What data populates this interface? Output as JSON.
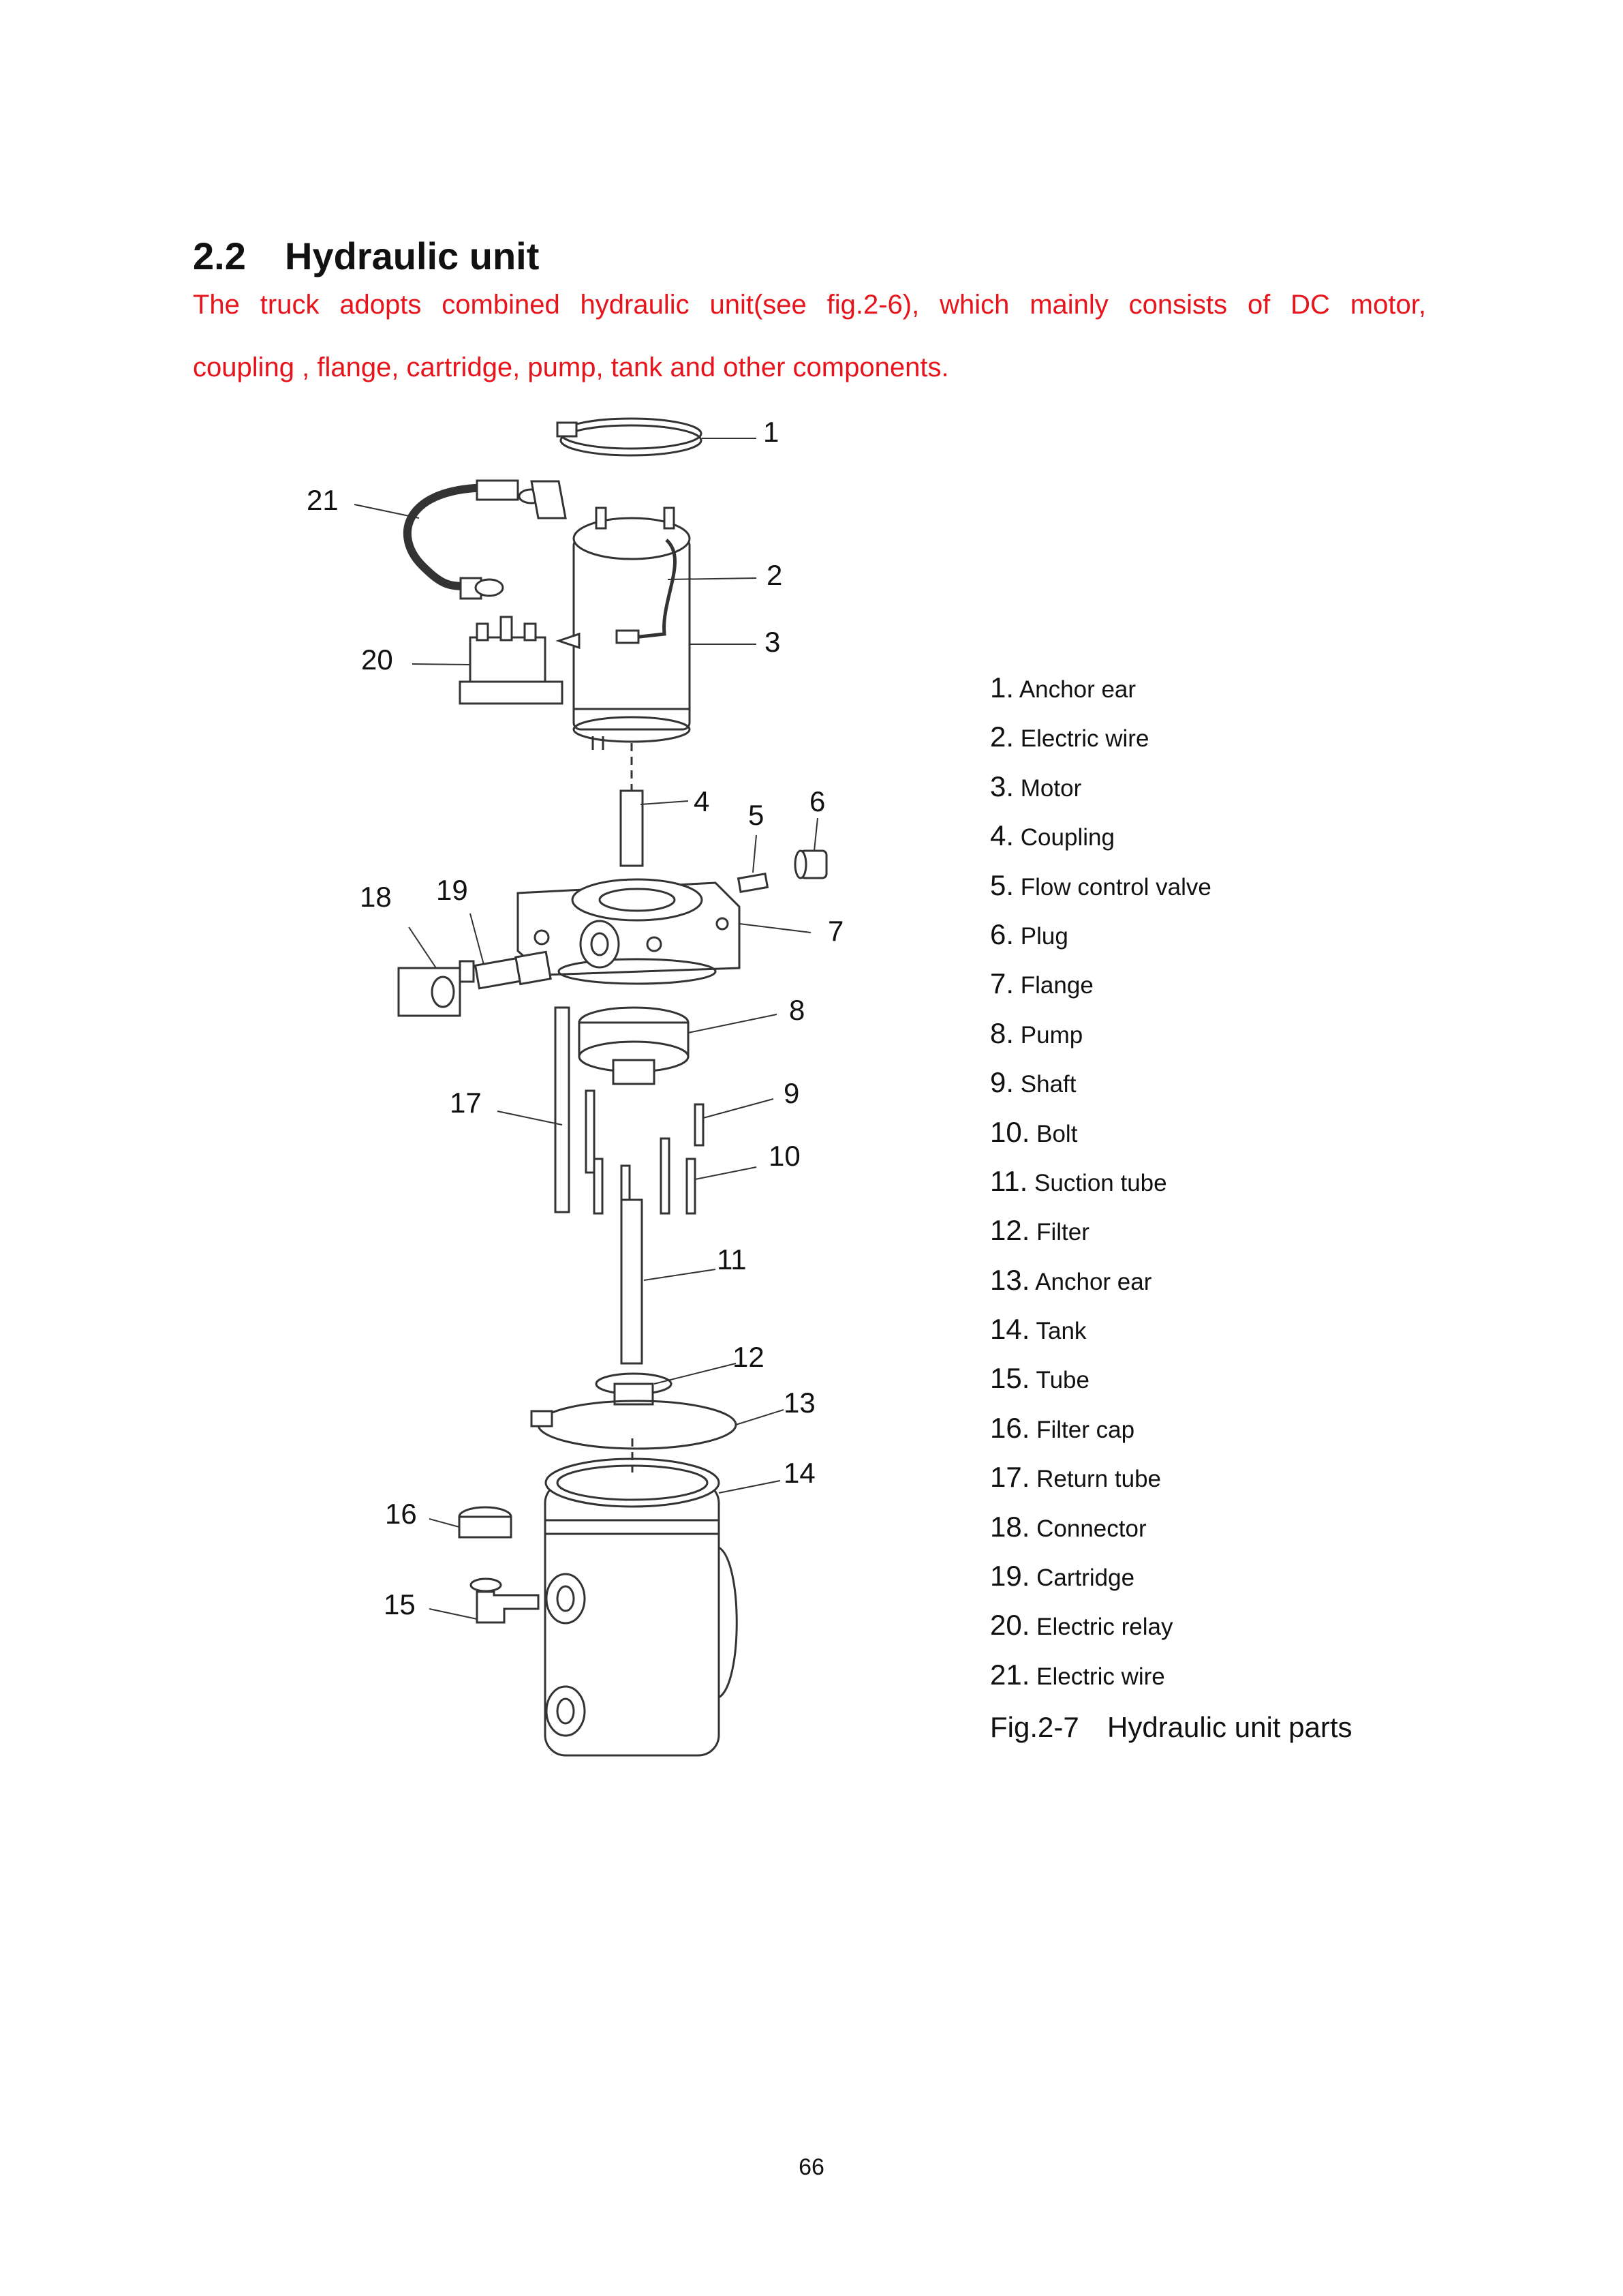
{
  "section": {
    "number": "2.2",
    "title": "Hydraulic unit"
  },
  "intro": {
    "line1": "The truck adopts combined hydraulic unit(see fig.2-6), which mainly consists of DC motor,",
    "line2": "coupling , flange, cartridge, pump, tank and other components."
  },
  "callouts": [
    "1",
    "2",
    "3",
    "4",
    "5",
    "6",
    "7",
    "8",
    "9",
    "10",
    "11",
    "12",
    "13",
    "14",
    "15",
    "16",
    "17",
    "18",
    "19",
    "20",
    "21"
  ],
  "parts": [
    {
      "num": "1.",
      "name": "Anchor ear"
    },
    {
      "num": "2.",
      "name": "Electric wire"
    },
    {
      "num": "3.",
      "name": "Motor"
    },
    {
      "num": "4.",
      "name": "Coupling"
    },
    {
      "num": "5.",
      "name": "Flow control valve"
    },
    {
      "num": "6.",
      "name": "Plug"
    },
    {
      "num": "7.",
      "name": "Flange"
    },
    {
      "num": "8.",
      "name": "Pump"
    },
    {
      "num": "9.",
      "name": "Shaft"
    },
    {
      "num": "10.",
      "name": "Bolt"
    },
    {
      "num": "11.",
      "name": "Suction tube"
    },
    {
      "num": "12.",
      "name": "Filter"
    },
    {
      "num": "13.",
      "name": "Anchor ear"
    },
    {
      "num": "14.",
      "name": "Tank"
    },
    {
      "num": "15.",
      "name": "Tube"
    },
    {
      "num": "16.",
      "name": "Filter cap"
    },
    {
      "num": "17.",
      "name": "Return tube"
    },
    {
      "num": "18.",
      "name": "Connector"
    },
    {
      "num": "19.",
      "name": "Cartridge"
    },
    {
      "num": "20.",
      "name": "Electric relay"
    },
    {
      "num": "21.",
      "name": "Electric wire"
    }
  ],
  "caption": {
    "figure": "Fig.2-7",
    "text": "Hydraulic unit parts"
  },
  "page_number": "66",
  "colors": {
    "intro_text": "#e8141b",
    "line_art": "#333333"
  }
}
